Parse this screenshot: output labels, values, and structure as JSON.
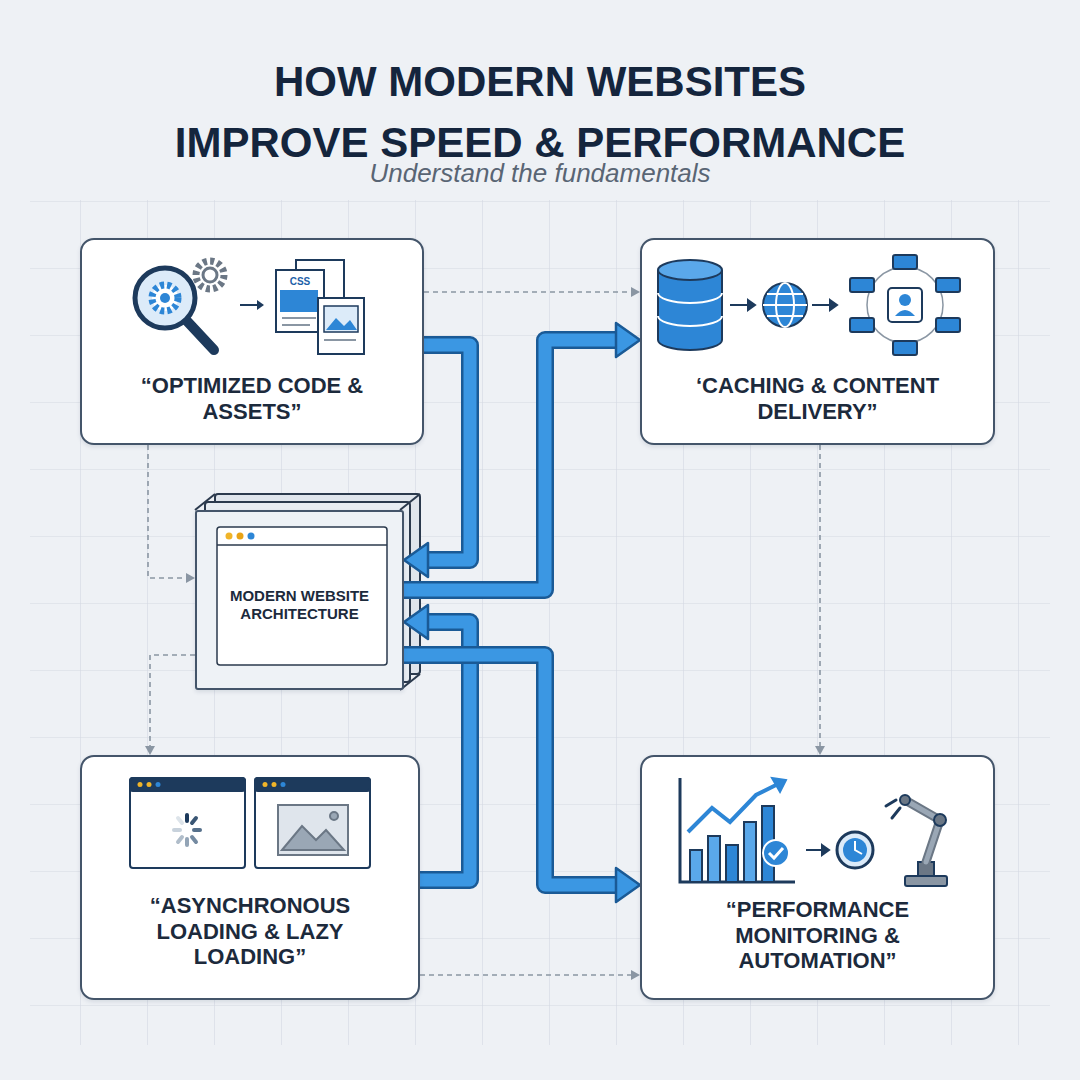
{
  "diagram": {
    "title": "HOW MODERN WEBSITES IMPROVE SPEED & PERFORMANCE",
    "nodes": [
      {
        "text": [
          "“OPTIMIZED CODE & ASSETS”"
        ]
      },
      {
        "text": [
          "‘CACHING & CONTENT DELIVERY”"
        ]
      },
      {
        "text": [
          "MODERN WEBSITE ARCHITECTURE"
        ]
      },
      {
        "text": [
          "“ASYNCHRONOUS LOADING & LAZY LOADING”"
        ]
      },
      {
        "text": [
          "“PERFORMANCE MONITORING & AUTOMATION”"
        ]
      }
    ],
    "edges": [
      {
        "from": 0,
        "to": 1,
        "arrow": "to"
      },
      {
        "from": 0,
        "to": 2,
        "arrow": "to"
      },
      {
        "from": 0,
        "to": 2,
        "arrow": "to"
      },
      {
        "from": 2,
        "to": 1,
        "arrow": "to"
      },
      {
        "from": 2,
        "to": 3,
        "arrow": "to"
      },
      {
        "from": 3,
        "to": 2,
        "arrow": "to"
      },
      {
        "from": 2,
        "to": 4,
        "arrow": "to"
      },
      {
        "from": 1,
        "to": 4,
        "arrow": "to"
      },
      {
        "from": 3,
        "to": 4,
        "arrow": "to"
      }
    ],
    "labels": [
      "Understand the fundamentals",
      "CSS"
    ]
  }
}
